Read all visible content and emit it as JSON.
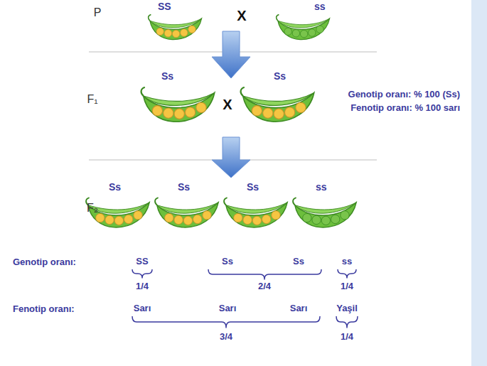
{
  "diagram": {
    "nodes": [
      {
        "text": [
          "SS"
        ]
      },
      {
        "text": [
          "ss"
        ]
      },
      {
        "text": [
          "Ss"
        ]
      },
      {
        "text": [
          "Ss"
        ]
      },
      {
        "text": [
          "Ss"
        ]
      },
      {
        "text": [
          "Ss"
        ]
      },
      {
        "text": [
          "Ss"
        ]
      },
      {
        "text": [
          "ss"
        ]
      }
    ],
    "labels": [
      "P",
      "X",
      "F₁",
      "X",
      "Genotip oranı: % 100 (Ss)",
      "Fenotip oranı: % 100 sarı",
      "F₂",
      "Genotip oranı:",
      "SS",
      "Ss",
      "Ss",
      "ss",
      "1/4",
      "2/4",
      "1/4",
      "Fenotip oranı:",
      "Sarı",
      "Sarı",
      "Sarı",
      "Yaşil",
      "3/4",
      "1/4"
    ]
  }
}
